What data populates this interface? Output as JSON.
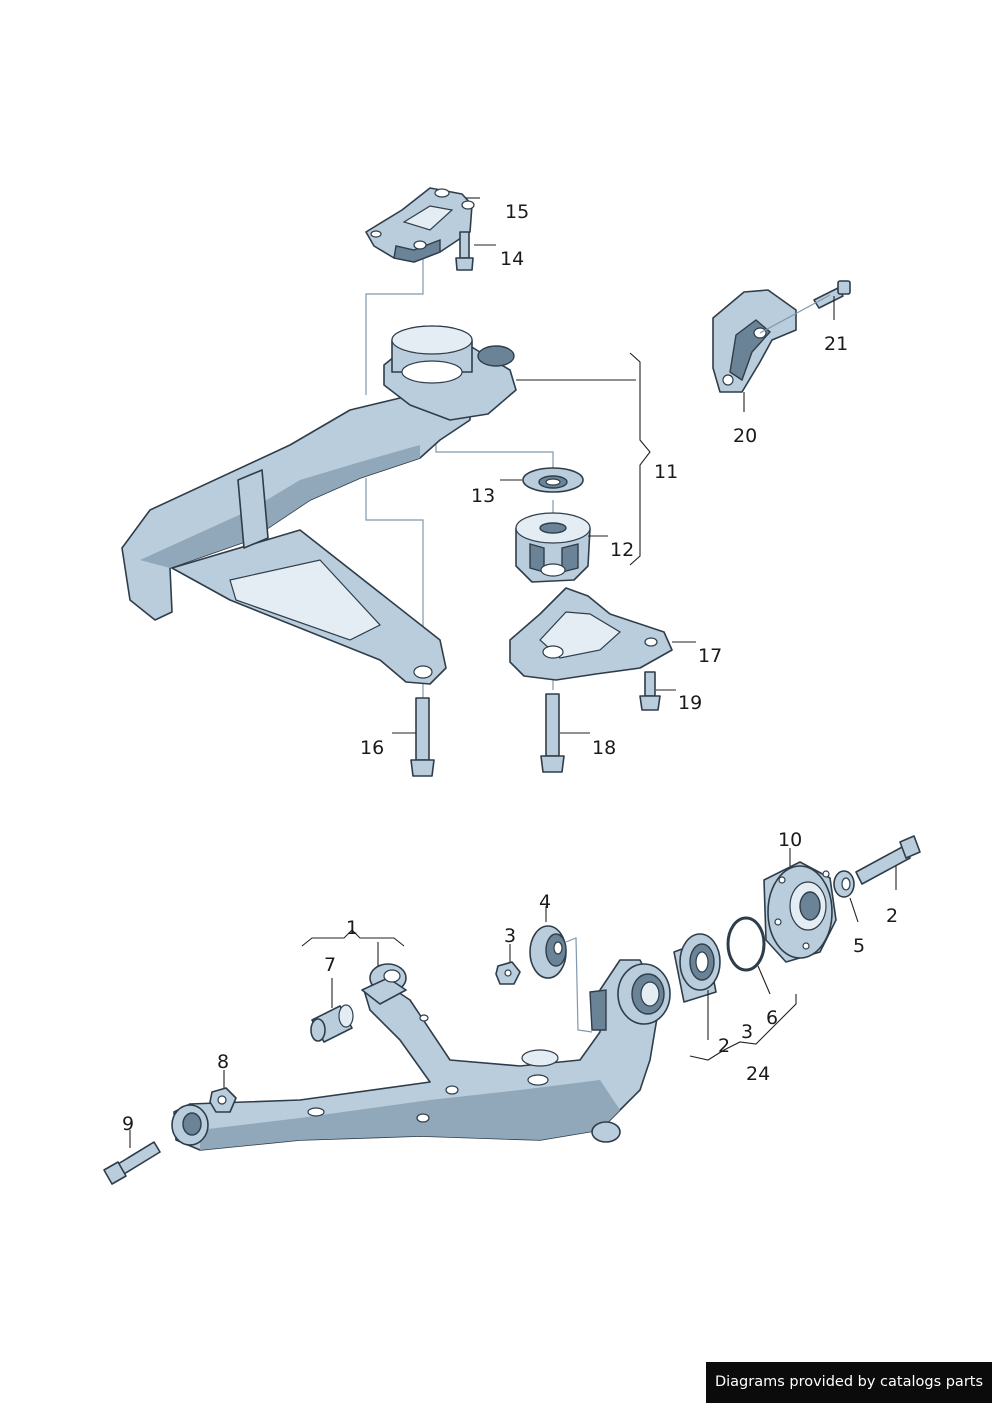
{
  "diagram": {
    "callouts": [
      "15",
      "14",
      "21",
      "20",
      "11",
      "13",
      "12",
      "17",
      "19",
      "16",
      "18",
      "10",
      "2",
      "5",
      "4",
      "3",
      "1",
      "7",
      "6",
      "3",
      "2",
      "24",
      "8",
      "9"
    ]
  },
  "footer": {
    "text": "Diagrams provided by catalogs parts"
  }
}
